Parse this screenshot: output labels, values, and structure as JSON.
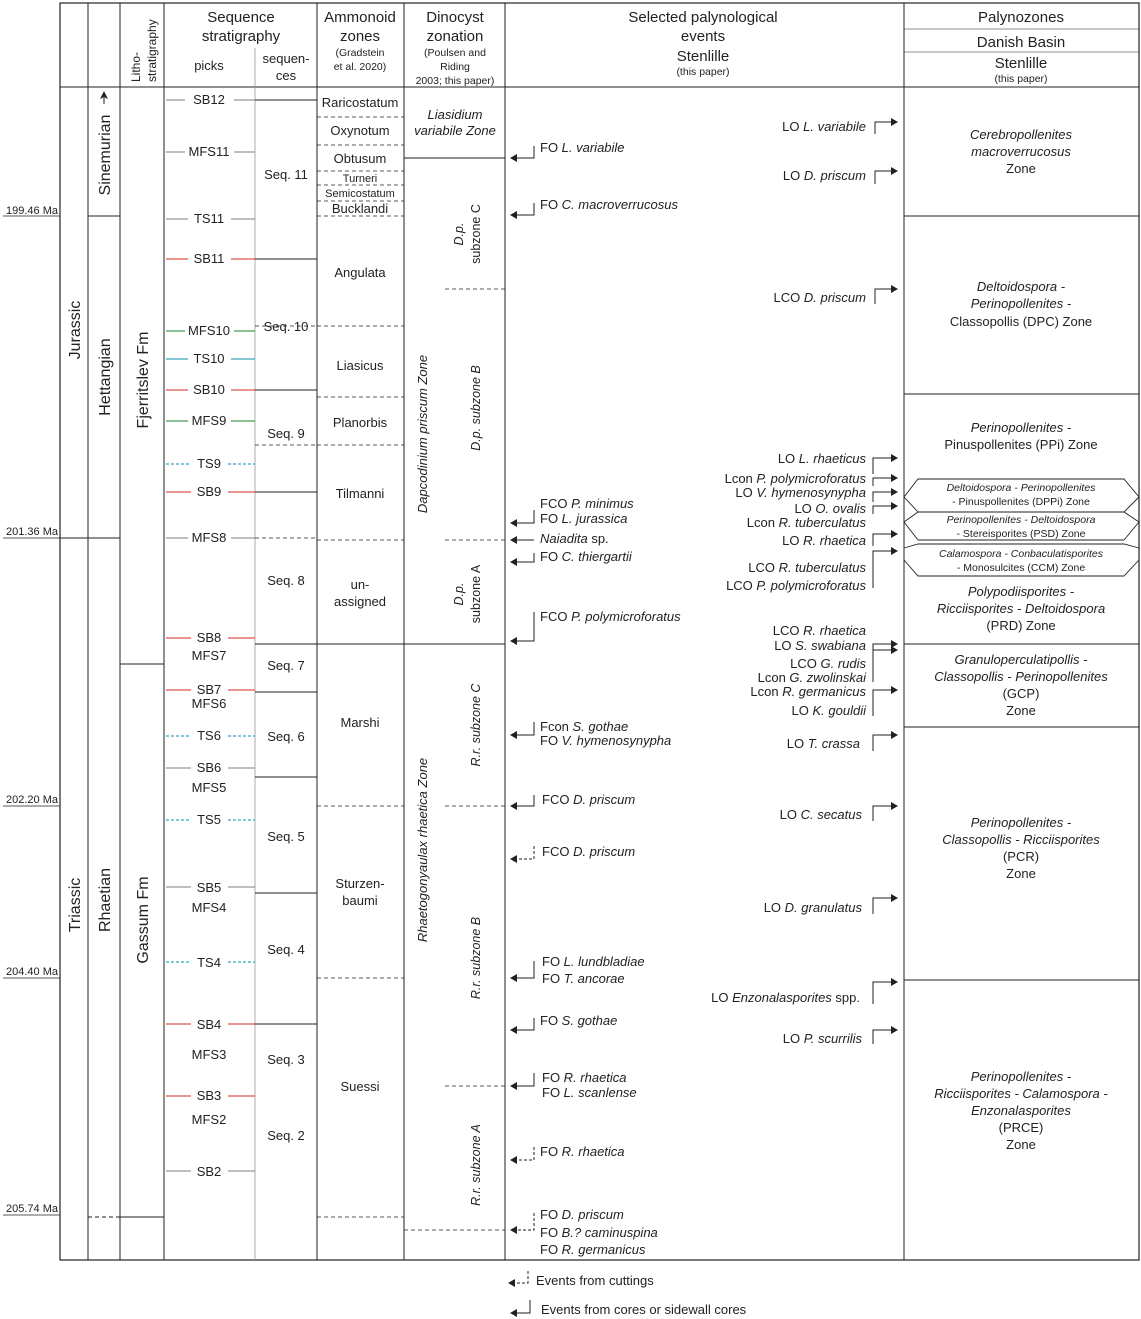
{
  "header": {
    "sequence": [
      "Sequence",
      "stratigraphy"
    ],
    "picks": "picks",
    "sequences": [
      "sequen-",
      "ces"
    ],
    "litho": [
      "Litho-",
      "stratigraphy"
    ],
    "ammonoid": [
      "Ammonoid",
      "zones",
      "(Gradstein",
      "et al. 2020)"
    ],
    "dinocyst": [
      "Dinocyst",
      "zonation",
      "(Poulsen and",
      "Riding",
      "2003; this paper)"
    ],
    "events": [
      "Selected palynological",
      "events",
      "Stenlille",
      "(this paper)"
    ],
    "palynozones": "Palynozones",
    "danish": "Danish Basin",
    "stenlille": "Stenlille",
    "stenlille_note": "(this paper)"
  },
  "ages": [
    "199.46 Ma",
    "201.36 Ma",
    "202.20 Ma",
    "204.40 Ma",
    "205.74 Ma"
  ],
  "systems": [
    "Jurassic",
    "Triassic"
  ],
  "stages": [
    "Sinemurian",
    "Hettangian",
    "Rhaetian"
  ],
  "formations": [
    "Fjerritslev Fm",
    "Gassum Fm"
  ],
  "picks": [
    "SB12",
    "MFS11",
    "TS11",
    "SB11",
    "MFS10",
    "TS10",
    "SB10",
    "MFS9",
    "TS9",
    "SB9",
    "MFS8",
    "SB8",
    "MFS7",
    "SB7",
    "MFS6",
    "TS6",
    "SB6",
    "MFS5",
    "TS5",
    "SB5",
    "MFS4",
    "TS4",
    "SB4",
    "MFS3",
    "SB3",
    "MFS2",
    "SB2"
  ],
  "sequences": [
    "Seq. 11",
    "Seq. 10",
    "Seq. 9",
    "Seq. 8",
    "Seq. 7",
    "Seq. 6",
    "Seq. 5",
    "Seq. 4",
    "Seq. 3",
    "Seq. 2"
  ],
  "ammonoids": [
    "Raricostatum",
    "Oxynotum",
    "Obtusum",
    "Turneri",
    "Semicostatum",
    "Bucklandi",
    "Angulata",
    "Liasicus",
    "Planorbis",
    "Tilmanni",
    "un-",
    "assigned",
    "Marshi",
    "Sturzen-",
    "baumi",
    "Suessi"
  ],
  "dino": {
    "liasidium": [
      "Liasidium",
      "variabile Zone"
    ],
    "dapco_zone": "Dapcodinium priscum Zone",
    "dp_c": [
      "D.p.",
      "subzone C"
    ],
    "dp_b": [
      "D.p. subzone B"
    ],
    "dp_a": [
      "D.p.",
      "subzone A"
    ],
    "rhaeto_zone": "Rhaetogonyaulax rhaetica Zone",
    "rr_c": "R.r. subzone C",
    "rr_b": "R.r. subzone B",
    "rr_a": "R.r. subzone A"
  },
  "fo_events": [
    [
      "FO ",
      "L. variabile"
    ],
    [
      "FO ",
      "C. macroverrucosus"
    ],
    [
      "FCO ",
      "P. minimus"
    ],
    [
      "FO ",
      "L. jurassica"
    ],
    [
      "",
      "Naiadita",
      " sp."
    ],
    [
      "FO ",
      "C. thiergartii"
    ],
    [
      "FCO ",
      "P. polymicroforatus"
    ],
    [
      "Fcon ",
      "S. gothae"
    ],
    [
      "FO ",
      "V. hymenosynypha"
    ],
    [
      "FCO ",
      "D. priscum"
    ],
    [
      "FCO ",
      "D. priscum"
    ],
    [
      "FO ",
      "L. lundbladiae"
    ],
    [
      "FO ",
      "T. ancorae"
    ],
    [
      "FO ",
      "S. gothae"
    ],
    [
      "FO ",
      "R. rhaetica"
    ],
    [
      "FO ",
      "L. scanlense"
    ],
    [
      "FO ",
      "R. rhaetica"
    ],
    [
      "FO ",
      "D. priscum"
    ],
    [
      "FO ",
      "B.? caminuspina"
    ],
    [
      "FO ",
      "R. germanicus"
    ]
  ],
  "lo_events": [
    [
      "LO ",
      "L. variabile"
    ],
    [
      "LO ",
      "D. priscum"
    ],
    [
      "LCO ",
      "D. priscum"
    ],
    [
      "LO ",
      "L. rhaeticus"
    ],
    [
      "Lcon ",
      "P. polymicroforatus"
    ],
    [
      "LO  ",
      "V. hymenosynypha"
    ],
    [
      "LO ",
      "O. ovalis"
    ],
    [
      "Lcon ",
      "R. tuberculatus"
    ],
    [
      "LO ",
      "R. rhaetica"
    ],
    [
      "LCO ",
      "R. tuberculatus"
    ],
    [
      "LCO ",
      "P. polymicroforatus"
    ],
    [
      "LCO ",
      "R. rhaetica"
    ],
    [
      "LO ",
      "S. swabiana"
    ],
    [
      "LCO ",
      "G. rudis"
    ],
    [
      "Lcon ",
      "G. zwolinskai"
    ],
    [
      "Lcon ",
      "R. germanicus"
    ],
    [
      "LO ",
      "K. gouldii"
    ],
    [
      "LO ",
      "T. crassa"
    ],
    [
      "LO ",
      "C. secatus"
    ],
    [
      "LO ",
      "D. granulatus"
    ],
    [
      "LO ",
      "Enzonalasporites",
      " spp."
    ],
    [
      "LO ",
      "P. scurrilis"
    ]
  ],
  "palynozones": [
    [
      "Cerebropollenites",
      "macroverrucosus",
      "Zone"
    ],
    [
      "Deltoidospora -",
      "Perinopollenites -",
      "Classopollis (DPC) Zone"
    ],
    [
      "Perinopollenites -",
      "Pinuspollenites (PPi) Zone"
    ],
    [
      "Deltoidospora - Perinopollenites",
      "- Pinuspollenites (DPPi) Zone"
    ],
    [
      "Perinopollenites - Deltoidospora",
      "- Stereisporites (PSD) Zone"
    ],
    [
      "Calamospora - Conbaculatisporites",
      "- Monosulcites (CCM) Zone"
    ],
    [
      "Polypodiisporites -",
      "Ricciisporites - Deltoidospora",
      "(PRD) Zone"
    ],
    [
      "Granuloperculatipollis -",
      "Classopollis - Perinopollenites",
      "(GCP)",
      "Zone"
    ],
    [
      "Perinopollenites -",
      "Classopollis - Ricciisporites",
      "(PCR)",
      "Zone"
    ],
    [
      "Perinopollenites -",
      "Ricciisporites - Calamospora -",
      "Enzonalasporites",
      "(PRCE)",
      "Zone"
    ]
  ],
  "legend": [
    "Events from cuttings",
    "Events from cores or sidewall cores"
  ],
  "colors": {
    "line": "#222222",
    "sb_tick": "#d9534f",
    "mfs_tick": "#4a9a5a",
    "ts_tick": "#3aa6b9"
  }
}
